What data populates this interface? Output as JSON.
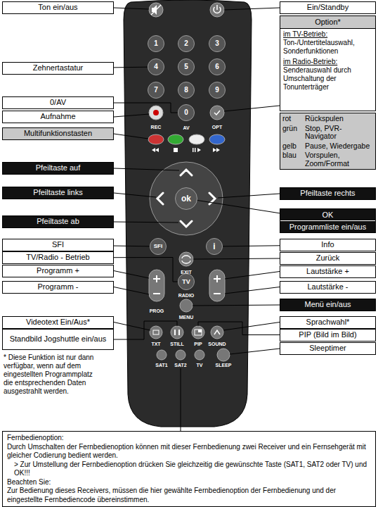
{
  "diagram": {
    "nodes": [
      {
        "text": [
          "Ton ein/aus"
        ]
      },
      {
        "text": [
          "Ein/Standby"
        ]
      },
      {
        "text": [
          "1"
        ]
      },
      {
        "text": [
          "2"
        ]
      },
      {
        "text": [
          "3"
        ]
      },
      {
        "text": [
          "Option*",
          "im TV-Betrieb:",
          "Ton-/Untertitelauswahl, Sonderfunktionen",
          "im Radio-Betrieb:",
          "Senderauswahl durch Umschaltung der Tonunterträger"
        ]
      },
      {
        "text": [
          "Zehnertastatur"
        ]
      },
      {
        "text": [
          "4"
        ]
      },
      {
        "text": [
          "5"
        ]
      },
      {
        "text": [
          "6"
        ]
      },
      {
        "text": [
          "7"
        ]
      },
      {
        "text": [
          "8"
        ]
      },
      {
        "text": [
          "9"
        ]
      },
      {
        "text": [
          "0/AV"
        ]
      },
      {
        "text": [
          "0"
        ]
      },
      {
        "text": [
          "Aufnahme"
        ]
      },
      {
        "text": [
          "rot",
          "Rückspulen",
          "grün",
          "Stop, PVR-Navigator",
          "gelb",
          "Pause, Wiedergabe",
          "blau",
          "Vorspulen, Zoom/Format"
        ]
      },
      {
        "text": [
          "Multifunktionstasten"
        ]
      },
      {
        "text": [
          "Pfeiltaste auf"
        ]
      },
      {
        "text": [
          "Pfeiltaste links"
        ]
      },
      {
        "text": [
          "ok"
        ]
      },
      {
        "text": [
          "Pfeiltaste rechts"
        ]
      },
      {
        "text": [
          "Pfeiltaste ab"
        ]
      },
      {
        "text": [
          "OK",
          "Programmliste ein/aus"
        ]
      },
      {
        "text": [
          "SFI"
        ]
      },
      {
        "text": [
          "SFI"
        ]
      },
      {
        "text": [
          "i"
        ]
      },
      {
        "text": [
          "Info"
        ]
      },
      {
        "text": [
          "TV/Radio - Betrieb"
        ]
      },
      {
        "text": [
          "Zurück"
        ]
      },
      {
        "text": [
          "Programm +"
        ]
      },
      {
        "text": [
          "TV"
        ]
      },
      {
        "text": [
          "Lautstärke +"
        ]
      },
      {
        "text": [
          "Programm -"
        ]
      },
      {
        "text": [
          "Lautstärke -"
        ]
      },
      {
        "text": [
          "Menü ein/aus"
        ]
      },
      {
        "text": [
          "Videotext Ein/Aus*"
        ]
      },
      {
        "text": [
          "Sprachwahl*"
        ]
      },
      {
        "text": [
          "Standbild Jogshuttle ein/aus"
        ]
      },
      {
        "text": [
          "PIP (Bild im Bild)"
        ]
      },
      {
        "text": [
          "Sleeptimer"
        ]
      },
      {
        "text": [
          "Fernbedienoption:",
          "Durch Umschalten der Fernbedienoption können mit dieser Fernbedienung zwei Receiver und ein Fernsehgerät mit gleicher Codierung bedient werden.",
          "> Zur Umstellung der Fernbedienoption drücken Sie gleichzeitig die gewünschte Taste (SAT1, SAT2 oder TV) und OK!!!",
          "Beachten Sie:",
          "Zur Bedienung dieses Receivers, müssen die hier gewählte Fernbedienoption der Fernbedienung und der eingestellte Fernbediencode übereinstimmen."
        ]
      }
    ],
    "edges": [
      {
        "from": 6,
        "to": 7,
        "arrow": "none"
      },
      {
        "from": 13,
        "to": 14,
        "arrow": "none"
      },
      {
        "from": 23,
        "to": 20,
        "arrow": "none"
      },
      {
        "from": 24,
        "to": 25,
        "arrow": "none"
      },
      {
        "from": 27,
        "to": 26,
        "arrow": "none"
      },
      {
        "from": 28,
        "to": 31,
        "arrow": "none"
      }
    ],
    "labels": [
      "REC",
      "AV",
      "OPT",
      "EXIT",
      "RADIO",
      "PROG",
      "MENU",
      "TXT",
      "STILL",
      "PIP",
      "SOUND",
      "SAT1",
      "SAT2",
      "TV",
      "SLEEP",
      "* Diese Funktion ist nur dann verfügbar, wenn auf dem eingestellten Programmplatz die entsprechenden Daten ausgestrahlt werden."
    ]
  }
}
